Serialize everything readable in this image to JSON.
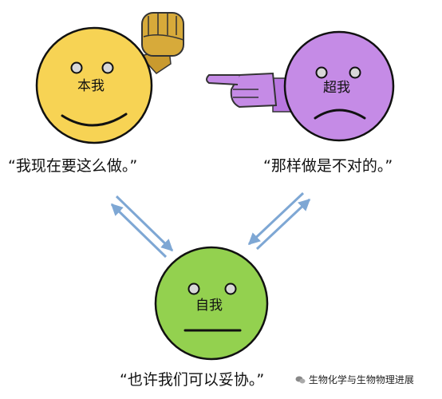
{
  "faces": {
    "id": {
      "label": "本我",
      "quote": "“我现在要这么做。”",
      "fill": "#f7d354"
    },
    "superego": {
      "label": "超我",
      "quote": "“那样做是不对的。”",
      "fill": "#c58be6"
    },
    "ego": {
      "label": "自我",
      "quote": "“也许我们可以妥协。”",
      "fill": "#93d14f"
    }
  },
  "colors": {
    "outline": "#111111",
    "arrow": "#7ea7d4",
    "fist": "#c99a2e",
    "pointing_hand": "#b977e0"
  },
  "icons": [
    "fist-icon",
    "pointing-hand-icon",
    "wechat-icon"
  ],
  "watermark": {
    "text": "生物化学与生物物理进展"
  }
}
